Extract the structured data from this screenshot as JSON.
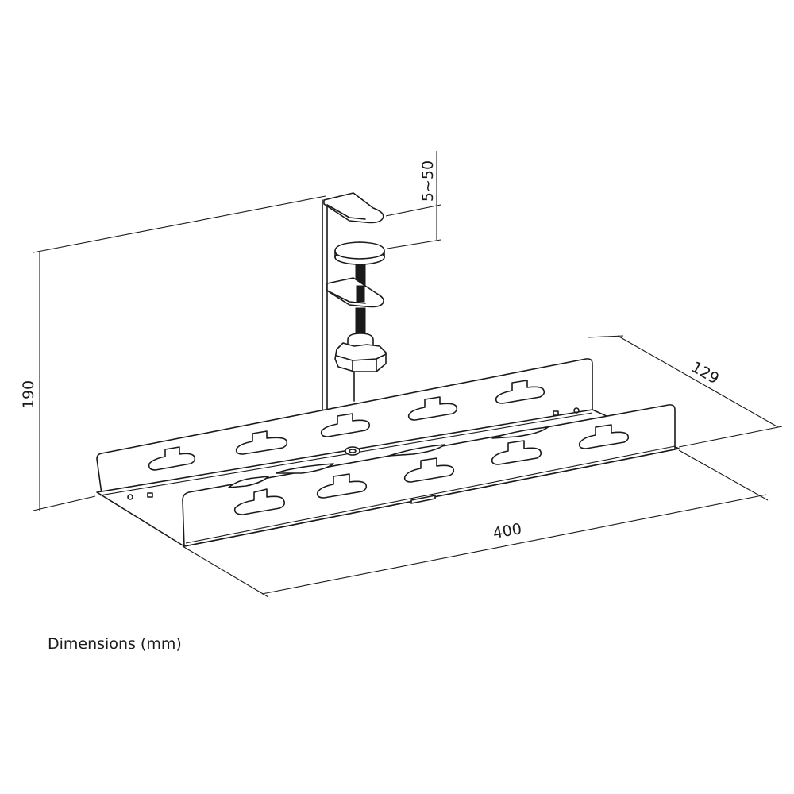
{
  "diagram": {
    "subject": "under-desk cable management tray with clamp",
    "caption": "Dimensions (mm)",
    "dimensions": {
      "height": "190",
      "clamp_range": "5~50",
      "depth": "129",
      "length": "400"
    },
    "colors": {
      "line": "#1a1a1a",
      "background": "#ffffff"
    }
  }
}
